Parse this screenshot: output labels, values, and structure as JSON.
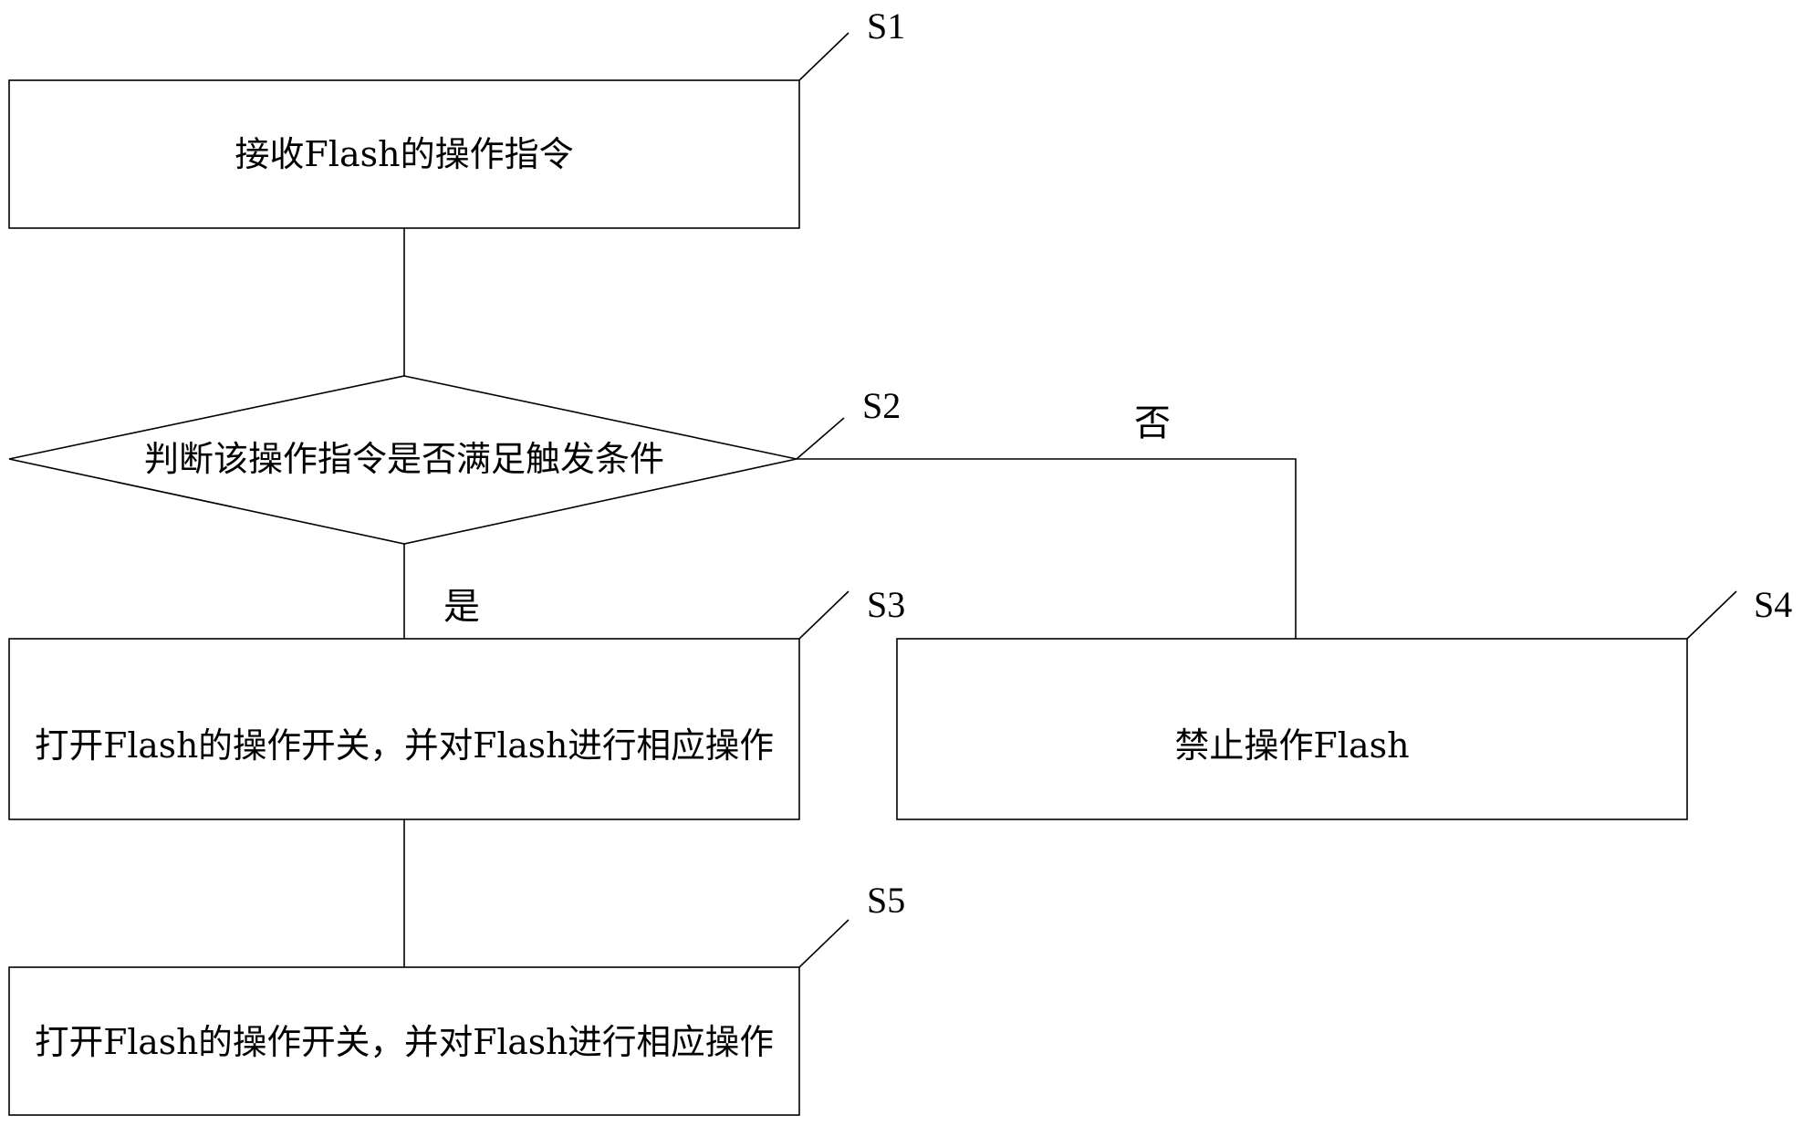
{
  "steps": {
    "s1": {
      "label": "S1",
      "text": "接收Flash的操作指令"
    },
    "s2": {
      "label": "S2",
      "text": "判断该操作指令是否满足触发条件"
    },
    "s3": {
      "label": "S3",
      "text": "打开Flash的操作开关，并对Flash进行相应操作"
    },
    "s4": {
      "label": "S4",
      "text": "禁止操作Flash"
    },
    "s5": {
      "label": "S5",
      "text": "打开Flash的操作开关，并对Flash进行相应操作"
    }
  },
  "branches": {
    "yes": "是",
    "no": "否"
  },
  "colors": {
    "stroke": "#000000",
    "background": "#ffffff"
  }
}
